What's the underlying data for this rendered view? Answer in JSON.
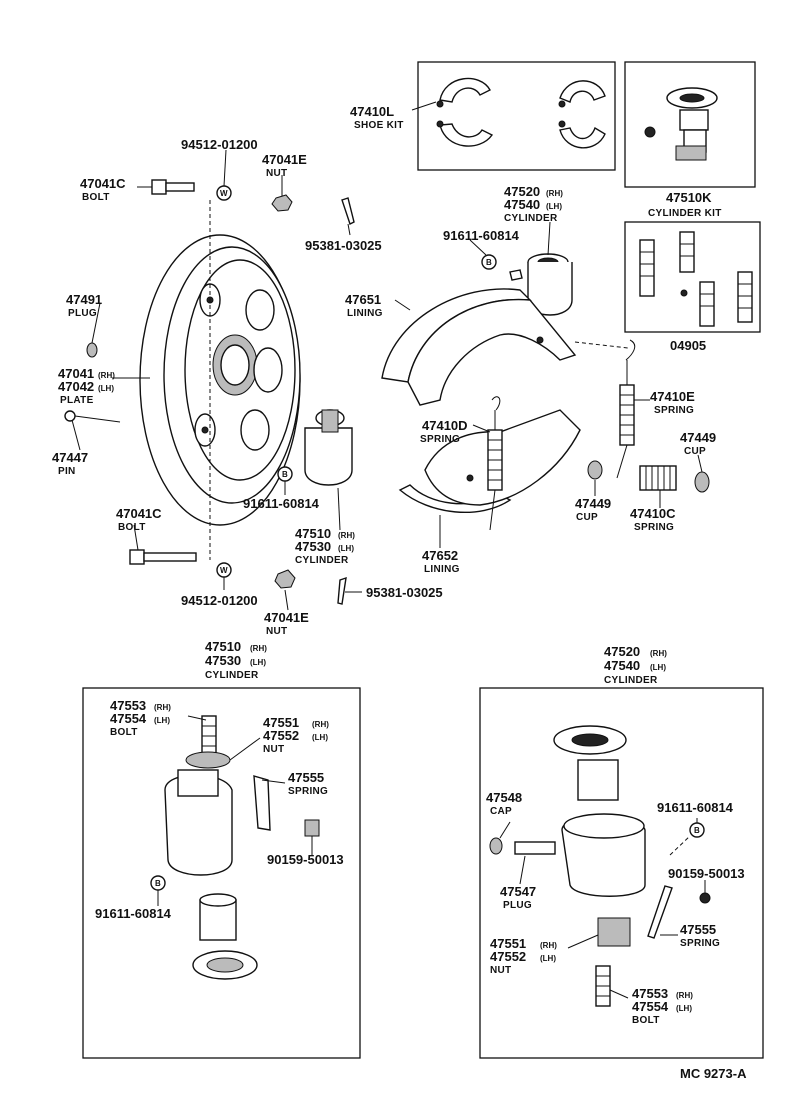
{
  "diagram_ref": "MC 9273-A",
  "parts": {
    "shoe_kit": {
      "num": "47410L",
      "name": "SHOE KIT"
    },
    "cylinder_kit": {
      "num": "47510K",
      "name": "CYLINDER KIT"
    },
    "cup_kit_04905": {
      "num": "04905"
    },
    "washer_top": {
      "num": "94512-01200"
    },
    "nut_top": {
      "num": "47041E",
      "name": "NUT"
    },
    "bolt_top": {
      "num": "47041C",
      "name": "BOLT"
    },
    "pin_cotter_top": {
      "num": "95381-03025"
    },
    "cyl_right_top": {
      "num_rh": "47520",
      "rh": "(RH)",
      "num_lh": "47540",
      "lh": "(LH)",
      "name": "CYLINDER"
    },
    "bleeder_top": {
      "num": "91611-60814"
    },
    "plug": {
      "num": "47491",
      "name": "PLUG"
    },
    "lining_upper": {
      "num": "47651",
      "name": "LINING"
    },
    "plate": {
      "num_rh": "47041",
      "rh": "(RH)",
      "num_lh": "47042",
      "lh": "(LH)",
      "name": "PLATE"
    },
    "spring_e": {
      "num": "47410E",
      "name": "SPRING"
    },
    "spring_d": {
      "num": "47410D",
      "name": "SPRING"
    },
    "cup_right": {
      "num": "47449",
      "name": "CUP"
    },
    "pin": {
      "num": "47447",
      "name": "PIN"
    },
    "cup_mid": {
      "num": "47449",
      "name": "CUP"
    },
    "spring_c": {
      "num": "47410C",
      "name": "SPRING"
    },
    "bleeder_mid": {
      "num": "91611-60814"
    },
    "cyl_left_mid": {
      "num_rh": "47510",
      "rh": "(RH)",
      "num_lh": "47530",
      "lh": "(LH)",
      "name": "CYLINDER"
    },
    "lining_lower": {
      "num": "47652",
      "name": "LINING"
    },
    "bolt_bottom": {
      "num": "47041C",
      "name": "BOLT"
    },
    "pin_cotter_bottom": {
      "num": "95381-03025"
    },
    "washer_bottom": {
      "num": "94512-01200"
    },
    "nut_bottom": {
      "num": "47041E",
      "name": "NUT"
    },
    "detail_left": {
      "num_rh": "47510",
      "rh": "(RH)",
      "num_lh": "47530",
      "lh": "(LH)",
      "name": "CYLINDER"
    },
    "detail_right": {
      "num_rh": "47520",
      "rh": "(RH)",
      "num_lh": "47540",
      "lh": "(LH)",
      "name": "CYLINDER"
    },
    "dl_bolt": {
      "num_rh": "47553",
      "rh": "(RH)",
      "num_lh": "47554",
      "lh": "(LH)",
      "name": "BOLT"
    },
    "dl_nut": {
      "num_rh": "47551",
      "rh": "(RH)",
      "num_lh": "47552",
      "lh": "(LH)",
      "name": "NUT"
    },
    "dl_spring": {
      "num": "47555",
      "name": "SPRING"
    },
    "dl_screw": {
      "num": "90159-50013"
    },
    "dl_bleeder": {
      "num": "91611-60814"
    },
    "dr_cap": {
      "num": "47548",
      "name": "CAP"
    },
    "dr_bleeder": {
      "num": "91611-60814"
    },
    "dr_screw": {
      "num": "90159-50013"
    },
    "dr_plug": {
      "num": "47547",
      "name": "PLUG"
    },
    "dr_spring": {
      "num": "47555",
      "name": "SPRING"
    },
    "dr_nut": {
      "num_rh": "47551",
      "rh": "(RH)",
      "num_lh": "47552",
      "lh": "(LH)",
      "name": "NUT"
    },
    "dr_bolt": {
      "num_rh": "47553",
      "rh": "(RH)",
      "num_lh": "47554",
      "lh": "(LH)",
      "name": "BOLT"
    }
  },
  "symbols": {
    "washer": "W",
    "bleeder": "B"
  }
}
